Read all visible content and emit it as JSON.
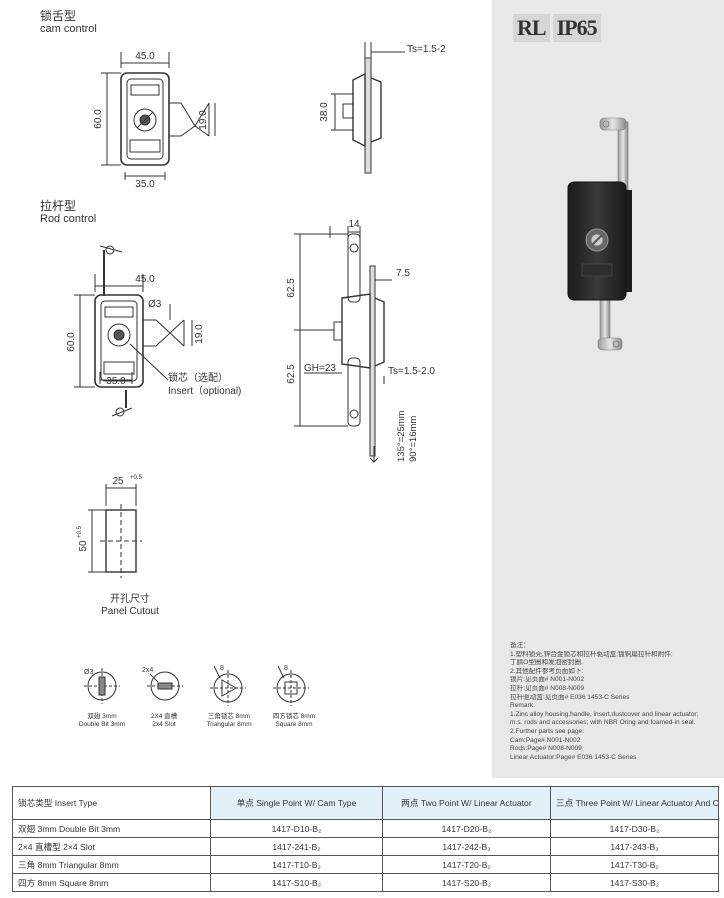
{
  "sections": {
    "cam": {
      "title_cn": "锁舌型",
      "title_en": "cam control"
    },
    "rod": {
      "title_cn": "拉杆型",
      "title_en": "Rod control"
    }
  },
  "dims": {
    "cam_w": "45.0",
    "cam_h": "60.0",
    "cam_bot": "35.0",
    "cam_ear": "19.0",
    "ts": "Ts=1.5-2.0",
    "side_h": "38.0",
    "rod_w": "45.0",
    "rod_h": "60.0",
    "rod_bot": "35.0",
    "rod_ear": "19.0",
    "rod_hole": "Ø3",
    "rod_top": "14",
    "rod_75": "7.5",
    "rod_625a": "62.5",
    "rod_625b": "62.5",
    "gh": "GH=23",
    "ts2": "Ts=1.5-2.0",
    "angle1": "135°=25mm",
    "angle2": "90°=16mm",
    "cut_w": "25",
    "cut_w_tol": "+0.5",
    "cut_h": "50",
    "cut_h_tol": "+0.5"
  },
  "insert_label": {
    "cn": "锁芯（选配）",
    "en": "Insert（optional)"
  },
  "cutout": {
    "cn": "开孔尺寸",
    "en": "Panel Cutout"
  },
  "inserts": [
    {
      "cn": "双翅 3mm",
      "en": "Double Bit 3mm",
      "dim": "Ø3"
    },
    {
      "cn": "2X4 直槽",
      "en": "2x4 Slot",
      "dim": "2x4"
    },
    {
      "cn": "三角锁芯 8mm",
      "en": "Triangular 8mm",
      "dim": "8"
    },
    {
      "cn": "四方锁芯 8mm",
      "en": "Square 8mm",
      "dim": "8"
    }
  ],
  "badges": [
    "RL",
    "IP65"
  ],
  "remarks": [
    "备注：",
    "1.塑料锁壳,锌合金锁芯和拉杆驱动盒;镀铜扁拉杆和附件;",
    "丁腈O型圈和发泡密封圈.",
    "2.其他配件参考页面如下:",
    "锁片:见页面# N001-N002",
    "拉杆:见页面# N008-N009",
    "拉杆驱动盒:见页面# E036 1453-C Series",
    "Remark:",
    "1.Zinc alloy housing,handle, insert,dustcover and linear actuator;",
    "m.s. rods and accessories; with NBR Oring and foamed-in seal.",
    "2.Further parts see page:",
    "Cam:Page# N001-N002",
    "Rods:Page# N008-N009",
    "Linear Actuator:Page# E036 1453-C Series"
  ],
  "table": {
    "headers": [
      "锁芯类型 Insert Type",
      "单点 Single Point W/ Cam Type",
      "两点 Two Point W/ Linear Actuator",
      "三点 Three Point W/ Linear Actuator And Cam"
    ],
    "rows": [
      [
        "双翅 3mm Double Bit 3mm",
        "1417-D10-B₂",
        "1417-D20-B₂",
        "1417-D30-B₂"
      ],
      [
        "2×4 直槽型 2×4 Slot",
        "1417-241-B₂",
        "1417-242-B₂",
        "1417-243-B₂"
      ],
      [
        "三角 8mm Triangular 8mm",
        "1417-T10-B₂",
        "1417-T20-B₂",
        "1417-T30-B₂"
      ],
      [
        "四方 8mm Square 8mm",
        "1417-S10-B₂",
        "1417-S20-B₂",
        "1417-S30-B₂"
      ]
    ]
  },
  "colors": {
    "panel_bg": "#e8e8e8",
    "header_hl": "#e1eff6",
    "lock_body": "#2a2a2a",
    "line": "#333333"
  }
}
